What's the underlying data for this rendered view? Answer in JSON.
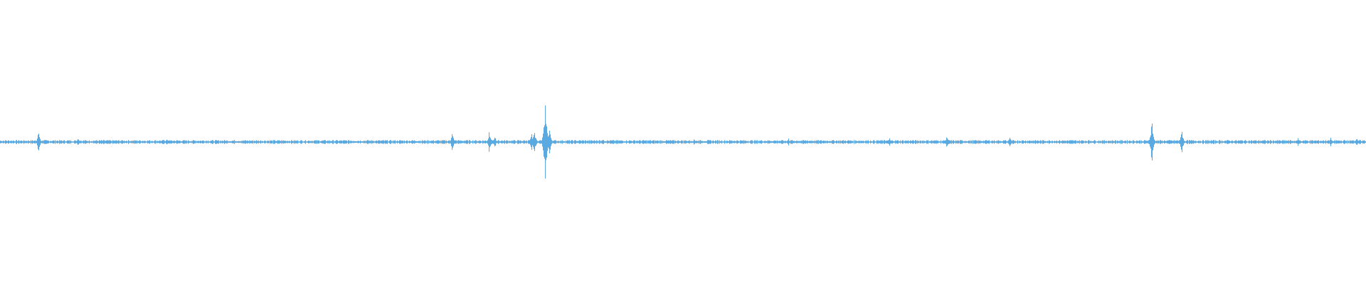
{
  "waveform": {
    "color": "#5aa9e0",
    "background": "#ffffff",
    "baseline_amplitude": 0.012,
    "peaks": [
      {
        "t": 0.028,
        "amp": 0.1
      },
      {
        "t": 0.057,
        "amp": 0.04
      },
      {
        "t": 0.122,
        "amp": 0.03
      },
      {
        "t": 0.331,
        "amp": 0.09
      },
      {
        "t": 0.358,
        "amp": 0.09
      },
      {
        "t": 0.362,
        "amp": 0.05
      },
      {
        "t": 0.389,
        "amp": 0.08
      },
      {
        "t": 0.391,
        "amp": 0.12
      },
      {
        "t": 0.399,
        "amp": 0.42
      },
      {
        "t": 0.402,
        "amp": 0.14
      },
      {
        "t": 0.441,
        "amp": 0.03
      },
      {
        "t": 0.508,
        "amp": 0.03
      },
      {
        "t": 0.577,
        "amp": 0.03
      },
      {
        "t": 0.651,
        "amp": 0.03
      },
      {
        "t": 0.693,
        "amp": 0.05
      },
      {
        "t": 0.739,
        "amp": 0.05
      },
      {
        "t": 0.843,
        "amp": 0.2
      },
      {
        "t": 0.865,
        "amp": 0.11
      },
      {
        "t": 0.95,
        "amp": 0.03
      },
      {
        "t": 0.974,
        "amp": 0.04
      },
      {
        "t": 0.993,
        "amp": 0.04
      }
    ]
  }
}
